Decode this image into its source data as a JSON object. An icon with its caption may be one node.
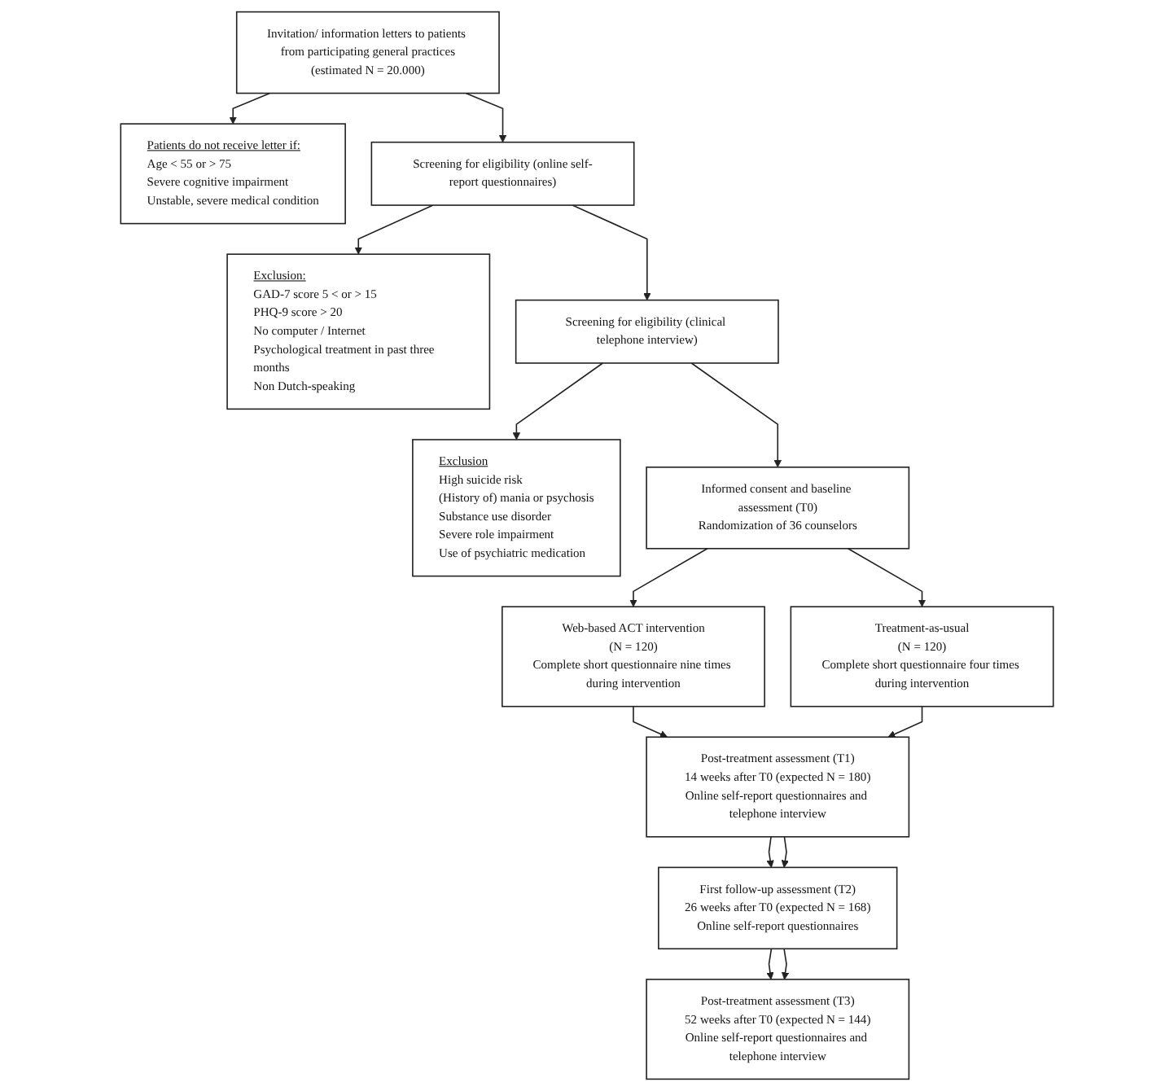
{
  "diagram": {
    "nodes": [
      {
        "text": [
          "Invitation/ information letters to patients from participating general practices",
          "(estimated N = 20.000)"
        ]
      },
      {
        "text": [
          "Patients do not receive letter if:",
          "Age < 55 or > 75",
          "Severe cognitive impairment",
          "Unstable, severe medical condition"
        ]
      },
      {
        "text": [
          "Screening for eligibility (online self-report questionnaires)"
        ]
      },
      {
        "text": [
          "Exclusion:",
          "GAD-7 score 5 < or > 15",
          "PHQ-9 score > 20",
          "No computer / Internet",
          "Psychological treatment in past three months",
          "Non Dutch-speaking"
        ]
      },
      {
        "text": [
          "Screening for eligibility (clinical telephone interview)"
        ]
      },
      {
        "text": [
          "Exclusion",
          "High suicide risk",
          "(History of) mania or psychosis",
          "Substance use disorder",
          "Severe role impairment",
          "Use of psychiatric medication"
        ]
      },
      {
        "text": [
          "Informed consent and baseline assessment (T0)",
          "Randomization of 36 counselors"
        ]
      },
      {
        "text": [
          "Web-based ACT intervention",
          "(N = 120)",
          "Complete short questionnaire nine times during intervention"
        ]
      },
      {
        "text": [
          "Treatment-as-usual",
          "(N = 120)",
          "Complete short questionnaire four times during intervention"
        ]
      },
      {
        "text": [
          "Post-treatment assessment (T1)",
          "14 weeks after T0 (expected N = 180)",
          "Online self-report questionnaires and telephone interview"
        ]
      },
      {
        "text": [
          "First follow-up assessment (T2)",
          "26 weeks after T0 (expected N = 168)",
          "Online self-report questionnaires"
        ]
      },
      {
        "text": [
          "Post-treatment assessment (T3)",
          "52 weeks after T0 (expected N = 144)",
          "Online self-report questionnaires and telephone interview"
        ]
      }
    ],
    "edges": [
      {
        "from": 0,
        "to": 2,
        "arrow": "to"
      },
      {
        "from": 0,
        "to": 1,
        "arrow": "to"
      },
      {
        "from": 2,
        "to": 4,
        "arrow": "to"
      },
      {
        "from": 2,
        "to": 3,
        "arrow": "to"
      },
      {
        "from": 4,
        "to": 6,
        "arrow": "to"
      },
      {
        "from": 4,
        "to": 5,
        "arrow": "to"
      },
      {
        "from": 6,
        "to": 7,
        "arrow": "to"
      },
      {
        "from": 6,
        "to": 8,
        "arrow": "to"
      },
      {
        "from": 7,
        "to": 9,
        "arrow": "to"
      },
      {
        "from": 8,
        "to": 9,
        "arrow": "to"
      },
      {
        "from": 9,
        "to": 10,
        "arrow": "to"
      },
      {
        "from": 9,
        "to": 10,
        "arrow": "to"
      },
      {
        "from": 10,
        "to": 11,
        "arrow": "to"
      },
      {
        "from": 10,
        "to": 11,
        "arrow": "to"
      }
    ]
  }
}
